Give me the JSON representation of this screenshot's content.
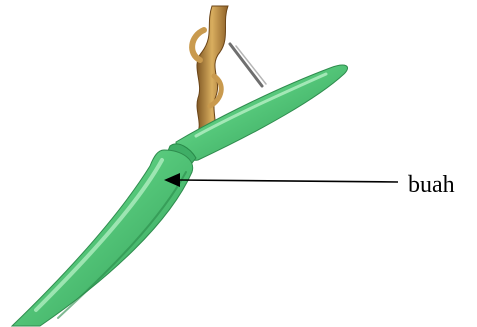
{
  "labels": {
    "fruit": "buah"
  },
  "colors": {
    "fruit_green": "#55c77a",
    "fruit_dark": "#2f9a55",
    "fruit_light": "#9fe6b2",
    "stem_brown": "#b8843a",
    "stem_light": "#e2c078",
    "arrow": "#000000",
    "background": "#ffffff"
  },
  "icons": {
    "arrow": "left-pointing-arrow",
    "plant": "green-pod-fruit-on-stem"
  }
}
